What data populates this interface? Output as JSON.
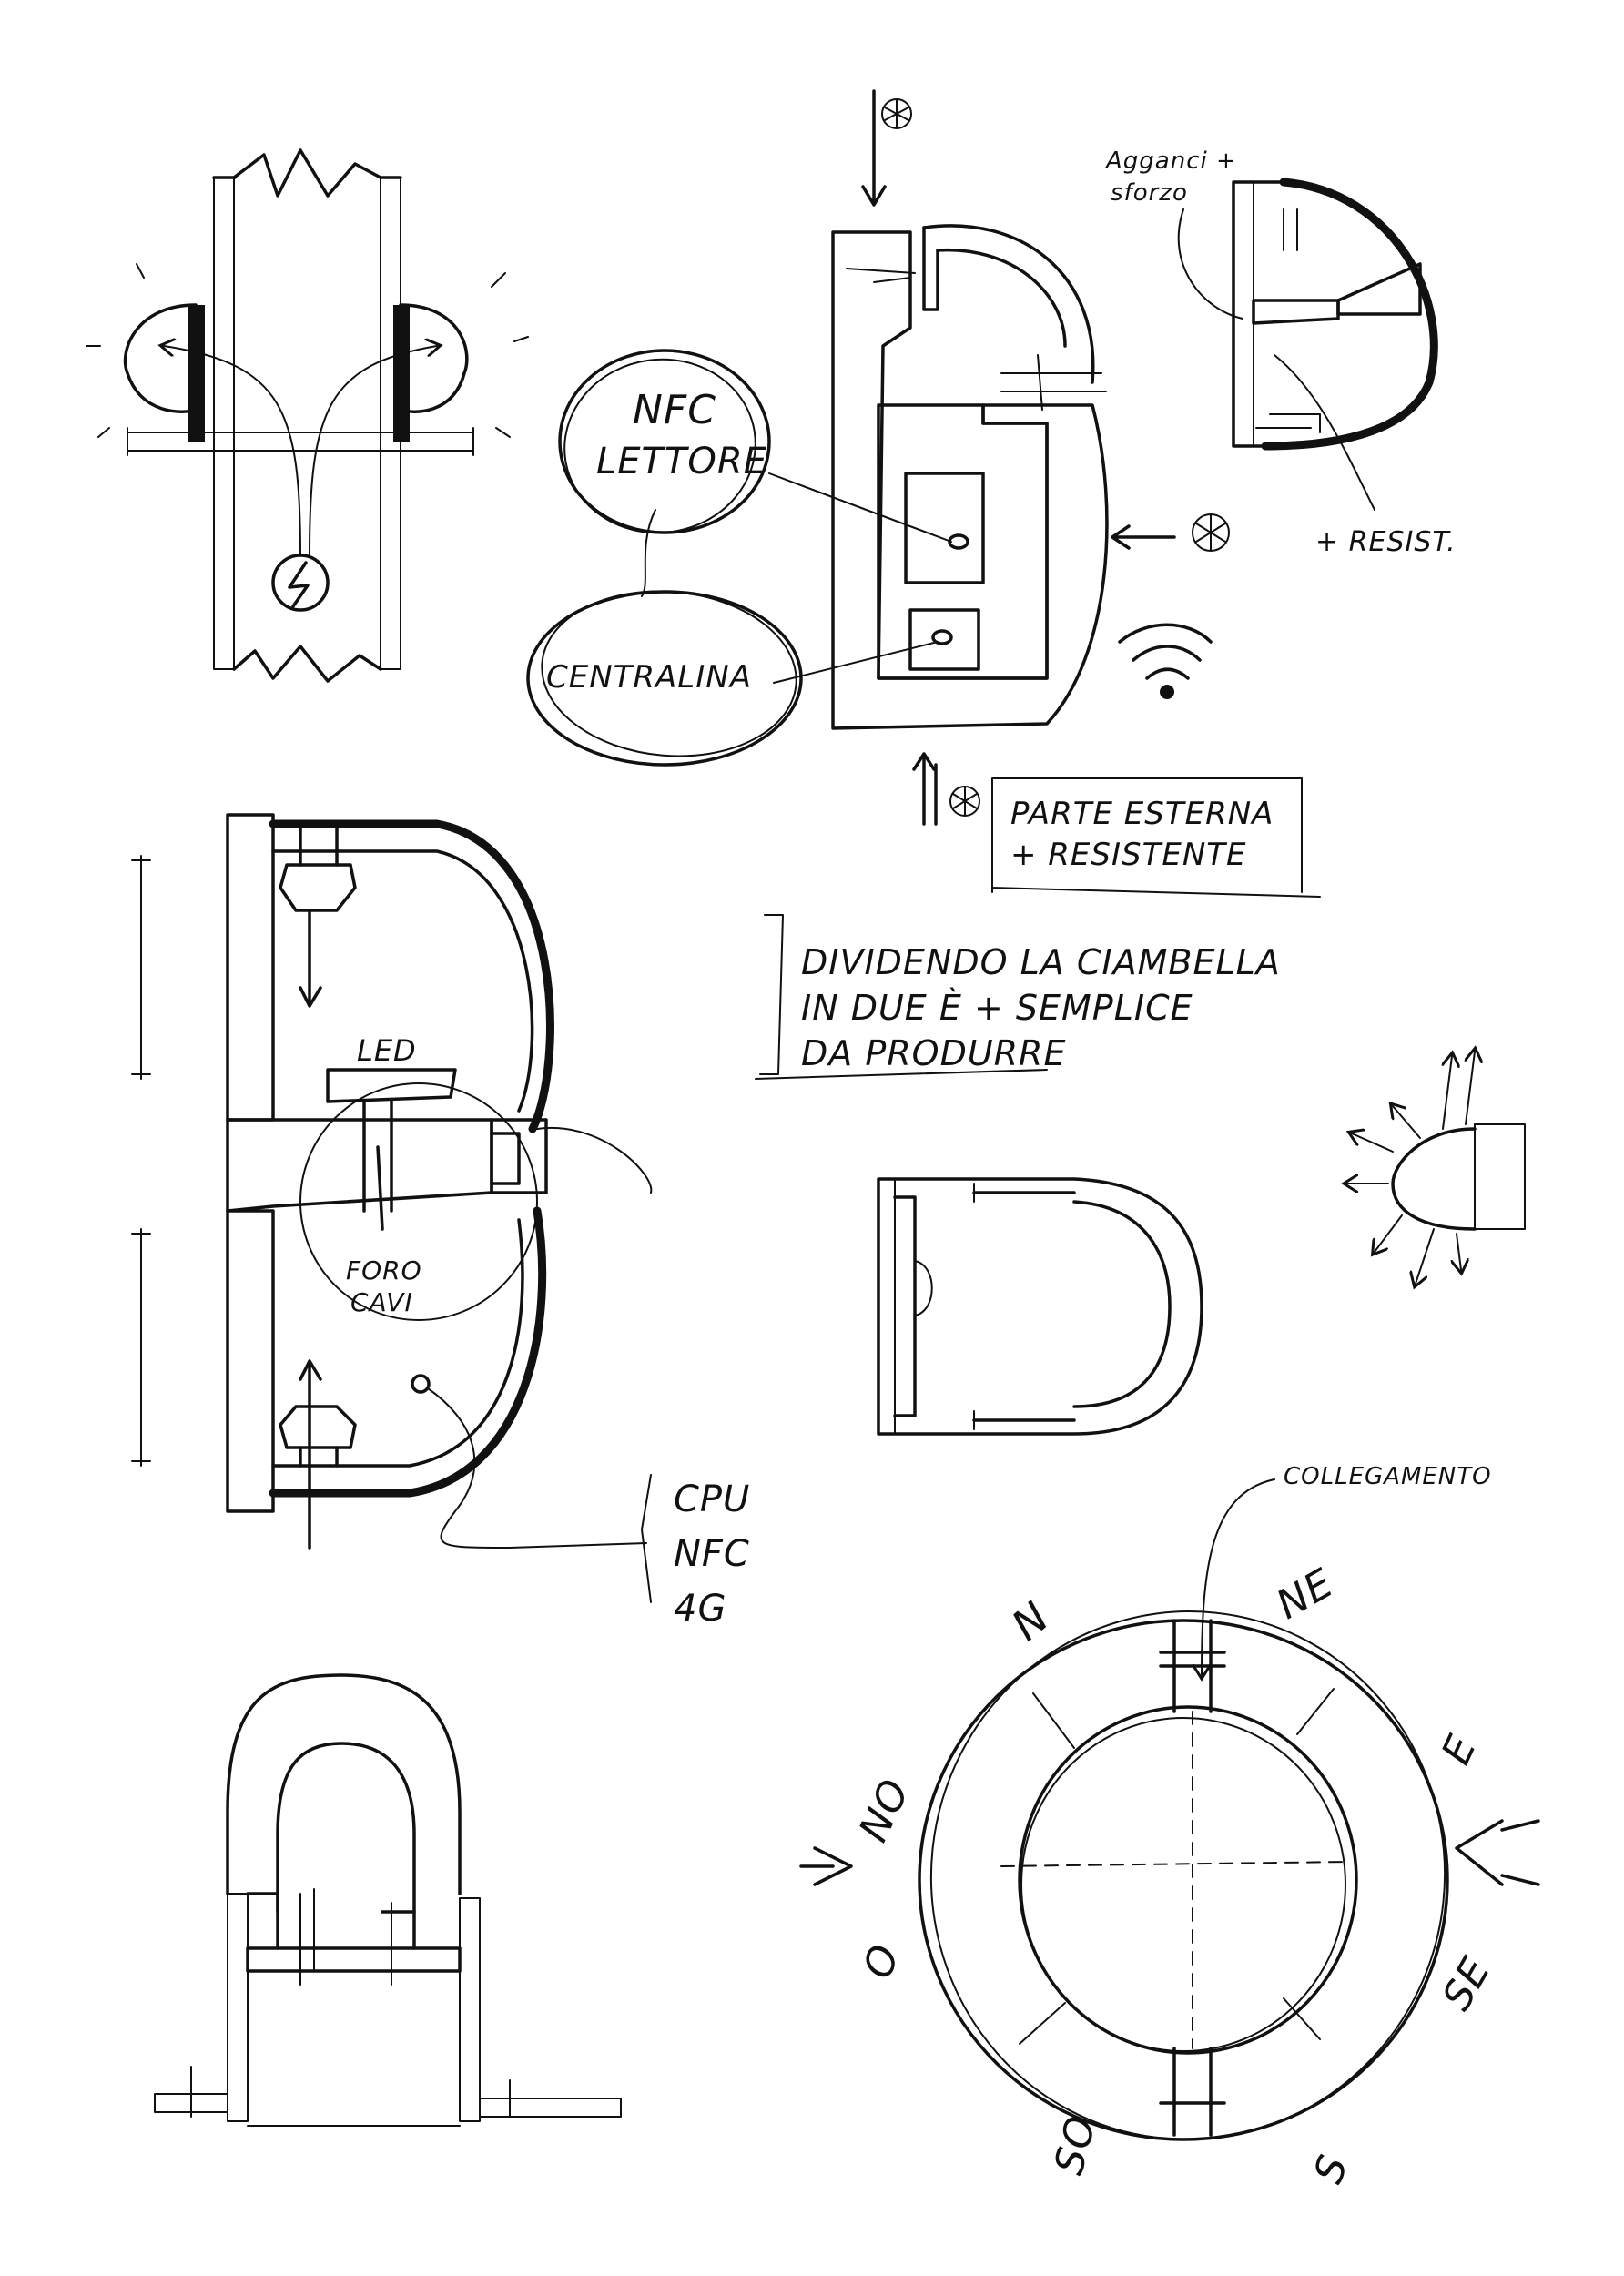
{
  "page": {
    "background": "#ffffff",
    "ink": "#111111"
  },
  "labels": {
    "nfc_lettore_1": "NFC",
    "nfc_lettore_2": "LETTORE",
    "centralina": "CENTRALINA",
    "agganci": "Agganci +",
    "sforzo": "sforzo",
    "resist": "+ RESIST.",
    "parte_esterna_1": "PARTE ESTERNA",
    "parte_esterna_2": "+ RESISTENTE",
    "dividendo_1": "DIVIDENDO LA CIAMBELLA",
    "dividendo_2": "IN DUE È + SEMPLICE",
    "dividendo_3": "DA PRODURRE",
    "led": "LED",
    "foro_1": "FORO",
    "foro_2": "CAVI",
    "cpu": "CPU",
    "nfc": "NFC",
    "g4": "4G",
    "collegamento": "COLLEGAMENTO",
    "n": "N",
    "ne": "NE",
    "e": "E",
    "se": "SE",
    "s": "S",
    "so": "SO",
    "o": "O",
    "no": "NO"
  },
  "icons": [
    "lightning-icon",
    "asterisk-icon",
    "wifi-icon",
    "arrow-icon"
  ]
}
